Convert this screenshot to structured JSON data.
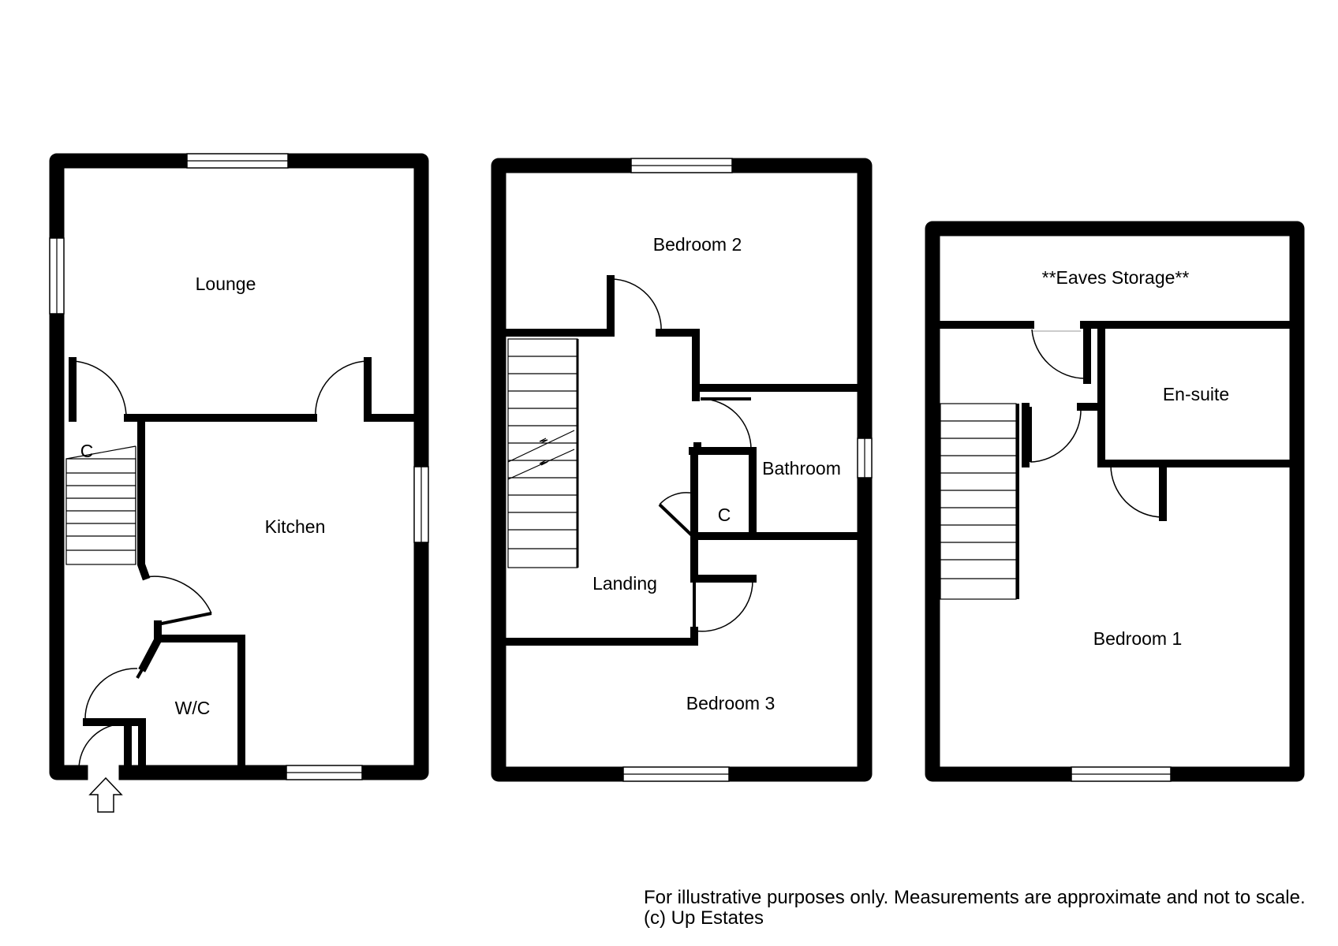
{
  "ground_floor": {
    "rooms": {
      "lounge": "Lounge",
      "kitchen": "Kitchen",
      "wc": "W/C",
      "cupboard": "C"
    }
  },
  "first_floor": {
    "rooms": {
      "bedroom_2": "Bedroom 2",
      "bathroom": "Bathroom",
      "landing": "Landing",
      "cupboard": "C",
      "bedroom_3": "Bedroom 3"
    }
  },
  "second_floor": {
    "rooms": {
      "eaves_storage": "**Eaves Storage**",
      "en_suite": "En-suite",
      "bedroom_1": "Bedroom 1"
    }
  },
  "footer": {
    "disclaimer": "For illustrative purposes only. Measurements are approximate and not to scale.",
    "copyright": "(c) Up Estates"
  }
}
